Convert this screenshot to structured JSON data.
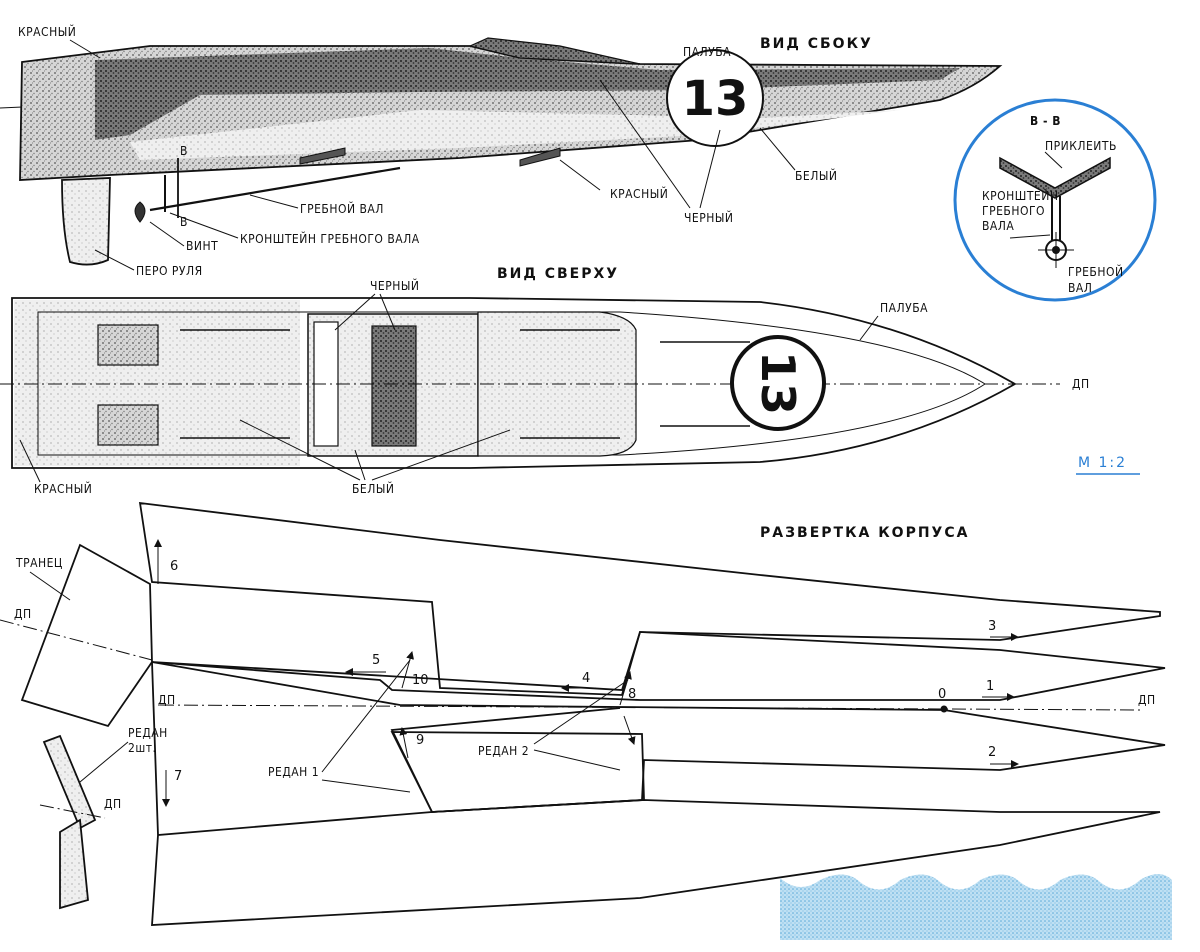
{
  "titles": {
    "side_view": "ВИД СБОКУ",
    "top_view": "ВИД СВЕРХУ",
    "hull_development": "РАЗВЕРТКА КОРПУСА"
  },
  "scale": "М 1:2",
  "boat_number": "13",
  "side_labels": {
    "red": "КРАСНЫЙ",
    "deck": "ПАЛУБА",
    "red2": "КРАСНЫЙ",
    "white": "БЕЛЫЙ",
    "black": "ЧЕРНЫЙ",
    "shaft": "ГРЕБНОЙ ВАЛ",
    "bracket": "КРОНШТЕЙН ГРЕБНОГО ВАЛА",
    "propeller": "ВИНТ",
    "rudder": "ПЕРО РУЛЯ",
    "b_mark": "В"
  },
  "section": {
    "title": "В - В",
    "glue": "ПРИКЛЕИТЬ",
    "bracket_l1": "КРОНШТЕЙН",
    "bracket_l2": "ГРЕБНОГО",
    "bracket_l3": "ВАЛА",
    "shaft_l1": "ГРЕБНОЙ",
    "shaft_l2": "ВАЛ"
  },
  "top_labels": {
    "black": "ЧЕРНЫЙ",
    "deck": "ПАЛУБА",
    "dp": "ДП",
    "red": "КРАСНЫЙ",
    "white": "БЕЛЫЙ"
  },
  "dev_labels": {
    "transom": "ТРАНЕЦ",
    "dp_left": "ДП",
    "dp_center": "ДП",
    "dp_right": "ДП",
    "dp_step": "ДП",
    "redan_count": "РЕДАН",
    "two_pcs": "2шт.",
    "redan1": "РЕДАН 1",
    "redan2": "РЕДАН 2",
    "zero": "0",
    "n1": "1",
    "n2": "2",
    "n3": "3",
    "n4": "4",
    "n5": "5",
    "n6": "6",
    "n7": "7",
    "n8": "8",
    "n9": "9",
    "n10": "10"
  },
  "colors": {
    "ink": "#111111",
    "scale_blue": "#2a7fd4",
    "section_circle": "#2a7fd4",
    "water": "#6fb6e0"
  }
}
